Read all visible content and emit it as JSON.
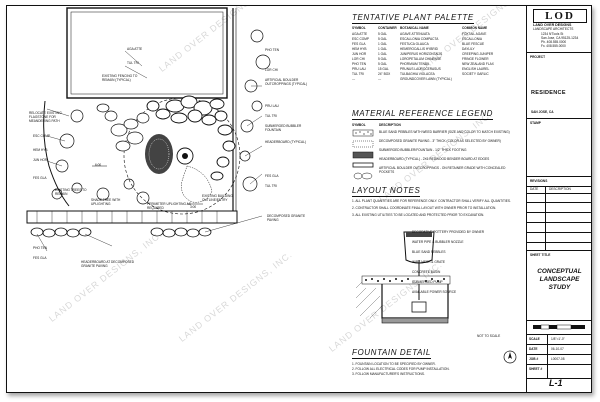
{
  "firm": {
    "logo": "LOD",
    "name": "LAND OVER DESIGNS",
    "tagline": "LANDSCAPE ARCHITECTS",
    "address": "1234 N'Tools St",
    "city": "San Jose, CA 95125-1234",
    "phone": "Ph. 408.555.0000",
    "fax": "Fx. 408.555.0000"
  },
  "titleblock": {
    "project_label": "PROJECT",
    "project": "RESIDENCE",
    "location": "SAN JOSE, CA",
    "stamp_label": "STAMP",
    "revisions_label": "REVISIONS",
    "rev_cols": [
      "DATE",
      "DESCRIPTION"
    ],
    "sheet_title_label": "SHEET TITLE",
    "sheet_title": "CONCEPTUAL LANDSCAPE STUDY",
    "scale_label": "SCALE",
    "scale": "1/8\"=1'-0\"",
    "date_label": "DATE",
    "date": "06-10-07",
    "job_label": "JOB #",
    "job": "L0007-08",
    "sheet_label": "SHEET #",
    "sheet": "L-1"
  },
  "plant_palette": {
    "title": "TENTATIVE PLANT PALETTE",
    "headers": [
      "SYMBOL",
      "CONTAINER",
      "BOTANICAL NAME",
      "COMMON NAME"
    ],
    "rows": [
      [
        "AGA ATTE",
        "5 GAL",
        "AGAVE ATTENUATA",
        "FOXTAIL AGAVE"
      ],
      [
        "ESC COMP",
        "5 GAL",
        "ESCALLONIA COMPACTA",
        "ESCALLONIA"
      ],
      [
        "FES GLA",
        "1 GAL",
        "FESTUCA GLAUCA",
        "BLUE FESCUE"
      ],
      [
        "HEM HYB",
        "1 GAL",
        "HEMEROCALLIS HYBRID",
        "DAYLILY"
      ],
      [
        "JUN HOR",
        "1 GAL",
        "JUNIPERUS HORIZONTALIS",
        "CREEPING JUNIPER"
      ],
      [
        "LOR CHI",
        "5 GAL",
        "LOROPETALUM CHINENSE",
        "FRINGE FLOWER"
      ],
      [
        "PHO TEN",
        "5 GAL",
        "PHORMIUM TENAX",
        "NEW ZEALAND FLAX"
      ],
      [
        "PRU LAU",
        "15 GAL",
        "PRUNUS LAUROCERASUS",
        "ENGLISH LAUREL"
      ],
      [
        "TUL TRI",
        "24\" BOX",
        "TULBAGHIA VIOLACEA",
        "SOCIETY GARLIC"
      ],
      [
        "---",
        "---",
        "GROUNDCOVER LAWN (TYPICAL)",
        ""
      ]
    ]
  },
  "material_legend": {
    "title": "MATERIAL REFERENCE LEGEND",
    "headers": [
      "SYMBOL",
      "DESCRIPTION"
    ],
    "rows": [
      "BLUE SAND PEBBLES WITH WEED BARRIER (SIZE AND COLOR TO MATCH EXISTING)",
      "DECOMPOSED GRANITE PAVING - 3\" THICK (COLOR AS SELECTED BY OWNER)",
      "SUBMERGED BUBBLER/FOUNTAIN - 1/2\" THICK FOOTING",
      "HEADERBOARD (TYPICAL) - 2X6 REDWOOD BENDER BOARD AT EDGES",
      "ARTIFICIAL BOULDER OUTCROPPINGS - ON RETAINER GRADE WITH CONCEALED POCKETS"
    ]
  },
  "layout_notes": {
    "title": "LAYOUT NOTES",
    "items": [
      "1. ALL PLANT QUANTITIES ARE FOR REFERENCE ONLY. CONTRACTOR SHALL VERIFY ALL QUANTITIES.",
      "2. CONTRACTOR SHALL COORDINATE FINAL LAYOUT WITH OWNER PRIOR TO INSTALLATION.",
      "3. ALL EXISTING UTILITIES TO BE LOCATED AND PROTECTED PRIOR TO EXCAVATION."
    ]
  },
  "fountain": {
    "title": "FOUNTAIN DETAIL",
    "notes": [
      "DECORATIVE POTTERY PROVIDED BY OWNER",
      "WATER PIPE & BUBBLER NOZZLE",
      "BLUE SAND PEBBLES",
      "WIRE MESH & GRATE",
      "CONCRETE BASIN",
      "SUBMERGED PUMP",
      "AVAILABLE POWER SOURCE"
    ],
    "scale": "NOT TO SCALE",
    "footnotes": [
      "1. FOUNTAIN LOCATION TO BE SPECIFIED BY OWNER.",
      "2. FOLLOW ALL ELECTRICAL CODES FOR PUMP INSTALLATION.",
      "3. FOLLOW MANUFACTURER'S INSTRUCTIONS."
    ]
  },
  "plan": {
    "labels": [
      "AGA ATTE",
      "TUL TRI",
      "PHO TEN",
      "LOR CHI",
      "ESC COMP",
      "JUN HOR",
      "FES GLA",
      "HEM HYB",
      "PRU LAU",
      "TUL TRI",
      "FES GLA",
      "TUL TRI",
      "PHO TEN",
      "FES GLA"
    ],
    "callouts": [
      "EXISTING FENCING TO REMAIN (TYPICAL)",
      "RELOCATE EXISTING FLAGSTONE FOR MEANDERING PATH",
      "EXISTING TREES TO REMAIN",
      "SHADE TREE WITH UPLIGHTING",
      "EXISTING BUILDING OUTLINE/ENTRY",
      "PERIMETER UPLIGHTING AS REQUIRED",
      "DECOMPOSED GRANITE PAVING",
      "ARTIFICIAL BOULDER OUTCROPPINGS (TYPICAL)",
      "SUBMERGED BUBBLER FOUNTAIN",
      "HEADERBOARD (TYPICAL)",
      "HEADERBOARD AT DECOMPOSED GRANITE PAVING"
    ],
    "dims": [
      "6:00",
      "3:00"
    ]
  },
  "watermark": "LAND OVER DESIGNS, INC."
}
